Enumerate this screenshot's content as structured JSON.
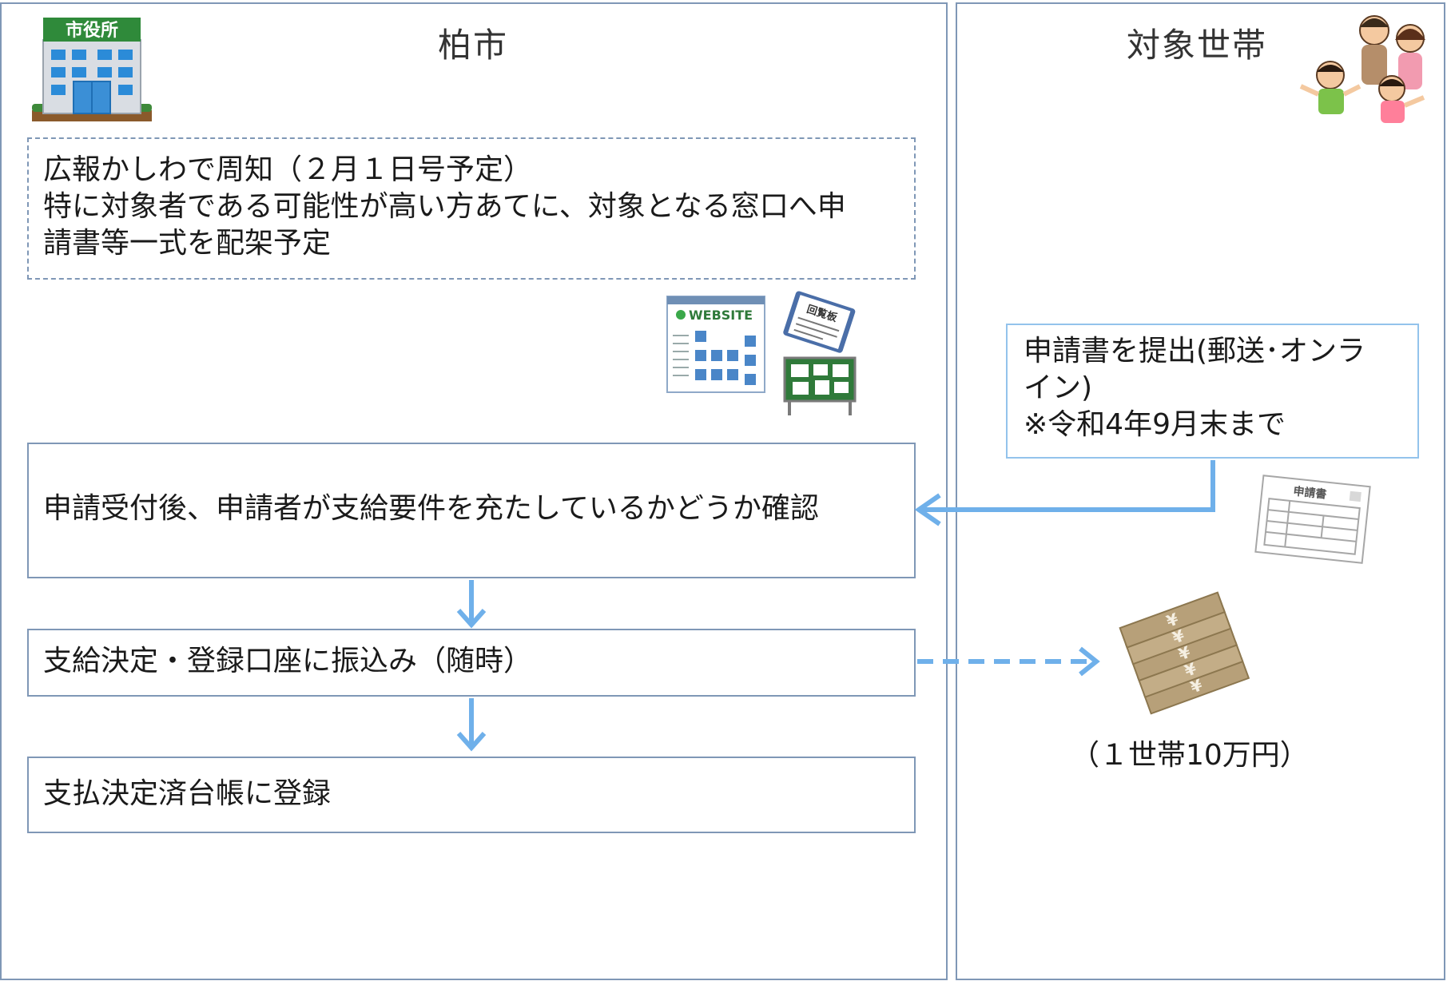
{
  "lanes": {
    "city": {
      "title": "柏市"
    },
    "household": {
      "title": "対象世帯"
    }
  },
  "icons": {
    "city_hall_sign": "市役所",
    "website_label": "WEBSITE",
    "circular_label": "回覧板",
    "application_form_label": "申請書",
    "yen_mark": "¥"
  },
  "boxes": {
    "notice": {
      "lines": [
        "広報かしわで周知（２月１日号予定）",
        "特に対象者である可能性が高い方あてに、対象となる窓口へ申",
        "請書等一式を配架予定"
      ]
    },
    "apply": {
      "lines": [
        "申請書を提出(郵送･オンラ",
        "イン)",
        "※令和4年9月末まで"
      ]
    },
    "confirm": {
      "text": "申請受付後、申請者が支給要件を充たしているかどうか確認"
    },
    "pay": {
      "text": "支給決定・登録口座に振込み（随時）"
    },
    "ledger": {
      "text": "支払決定済台帳に登録"
    }
  },
  "amount_caption": "（１世帯10万円）",
  "colors": {
    "lane_border": "#7f97b6",
    "arrow_blue": "#6fb0ea",
    "box_border_light": "#93c3ec",
    "city_hall_green": "#2f8a3a",
    "yen_bill": "#b7a079"
  }
}
